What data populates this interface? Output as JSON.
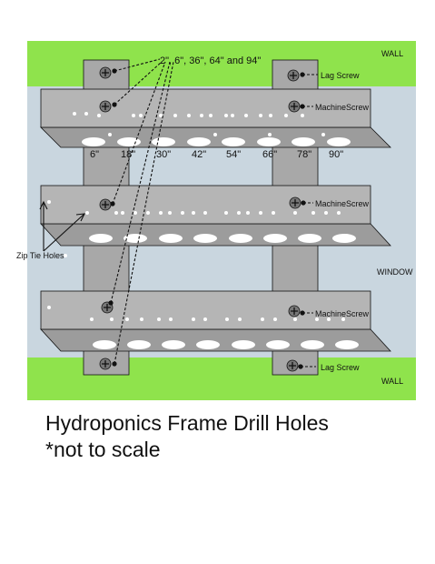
{
  "labels": {
    "wall_top": "WALL",
    "wall_bottom": "WALL",
    "window": "WINDOW",
    "lag_screw_top": "Lag Screw",
    "lag_screw_bottom": "Lag Screw",
    "machine_screw_1": "MachineScrew",
    "machine_screw_2": "MachineScrew",
    "machine_screw_3": "MachineScrew",
    "zip_tie_holes": "Zip Tie Holes",
    "drill_positions": "2\", 6\", 36\", 64\" and 94\""
  },
  "hole_measurements": [
    "6\"",
    "18\"",
    "30\"",
    "42\"",
    "54\"",
    "66\"",
    "78\"",
    "90\""
  ],
  "caption": {
    "title": "Hydroponics Frame Drill Holes",
    "note": "*not to scale"
  },
  "colors": {
    "wall": "#8fe34c",
    "window": "#c9d6df",
    "bracket": "#a8a8a8",
    "shelf_front": "#b5b5b5",
    "shelf_top": "#9c9c9c",
    "outline": "#111111"
  }
}
